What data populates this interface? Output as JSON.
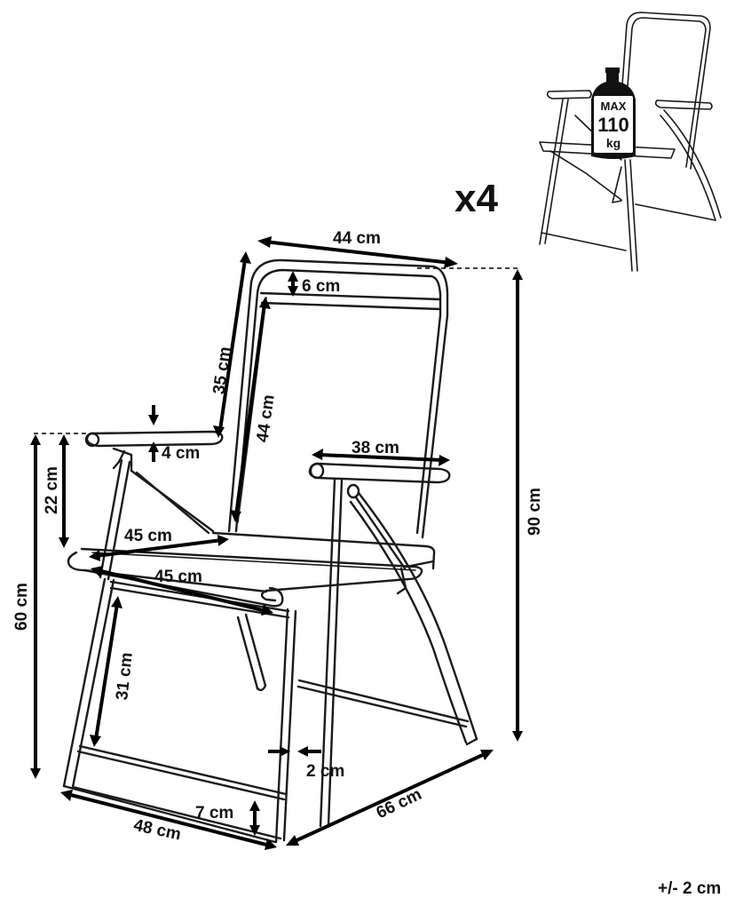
{
  "dimensions": {
    "overall_width": "44 cm",
    "headrest_band": "6 cm",
    "backrest_length": "35 cm",
    "backrest_fabric": "44 cm",
    "armrest_width": "38 cm",
    "armrest_thickness": "4 cm",
    "armrest_above_seat": "22 cm",
    "seat_width": "45 cm",
    "seat_depth": "45 cm",
    "overall_height": "90 cm",
    "armrest_height": "60 cm",
    "seat_height": "31 cm",
    "tube_diameter": "2 cm",
    "foot_height": "7 cm",
    "base_width": "48 cm",
    "base_depth": "66 cm"
  },
  "quantity": "x4",
  "max_load": {
    "line1": "MAX",
    "line2": "110",
    "line3": "kg"
  },
  "tolerance": "+/- 2 cm"
}
